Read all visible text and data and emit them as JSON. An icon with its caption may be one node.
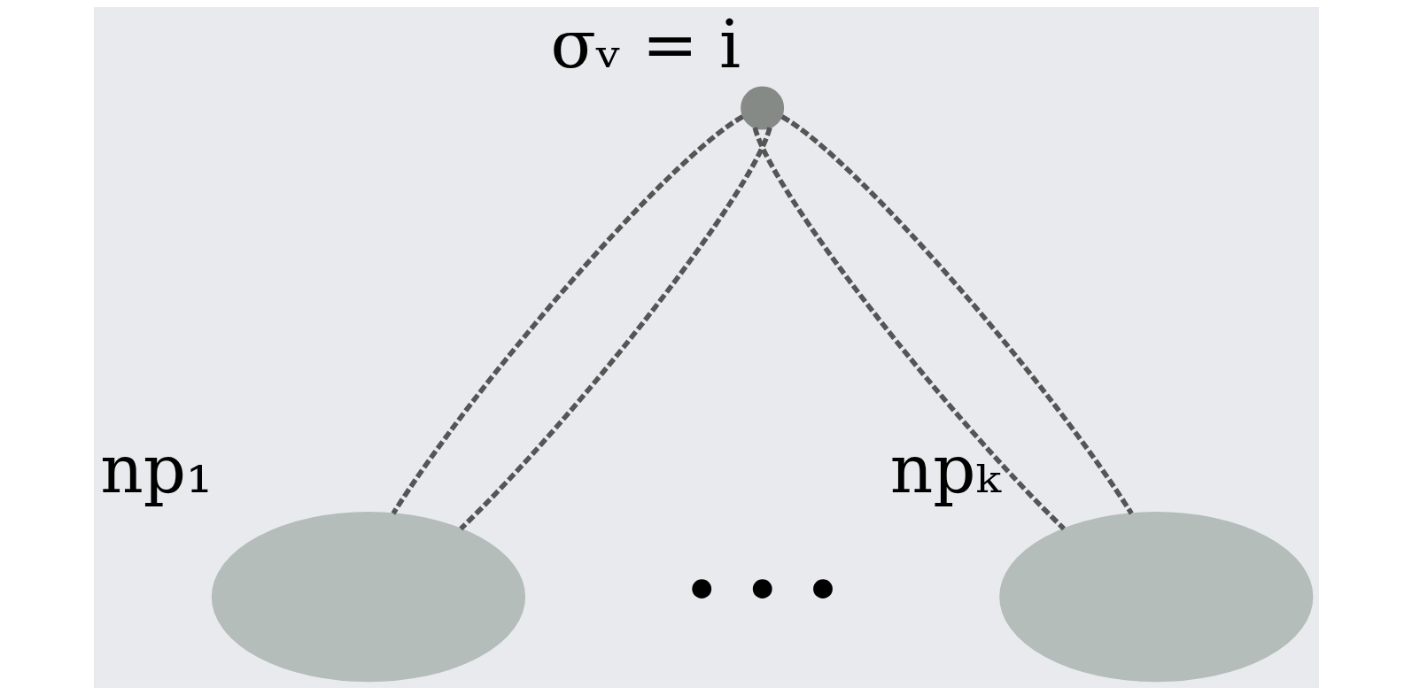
{
  "diagram": {
    "nodes": [
      {
        "text": [
          "σᵥ = i"
        ]
      },
      {
        "text": [],
        "shape": "ellipse",
        "beside": [
          "np₁"
        ]
      },
      {
        "text": [],
        "shape": "ellipse",
        "beside": [
          "npₖ"
        ]
      }
    ],
    "edges": [
      {
        "from": 0,
        "to": 1,
        "arrow": "none",
        "style": "dashed"
      },
      {
        "from": 0,
        "to": 1,
        "arrow": "none",
        "style": "dashed"
      },
      {
        "from": 0,
        "to": 2,
        "arrow": "none",
        "style": "dashed"
      },
      {
        "from": 0,
        "to": 2,
        "arrow": "none",
        "style": "dashed"
      }
    ],
    "labels": [
      "• • •"
    ]
  }
}
